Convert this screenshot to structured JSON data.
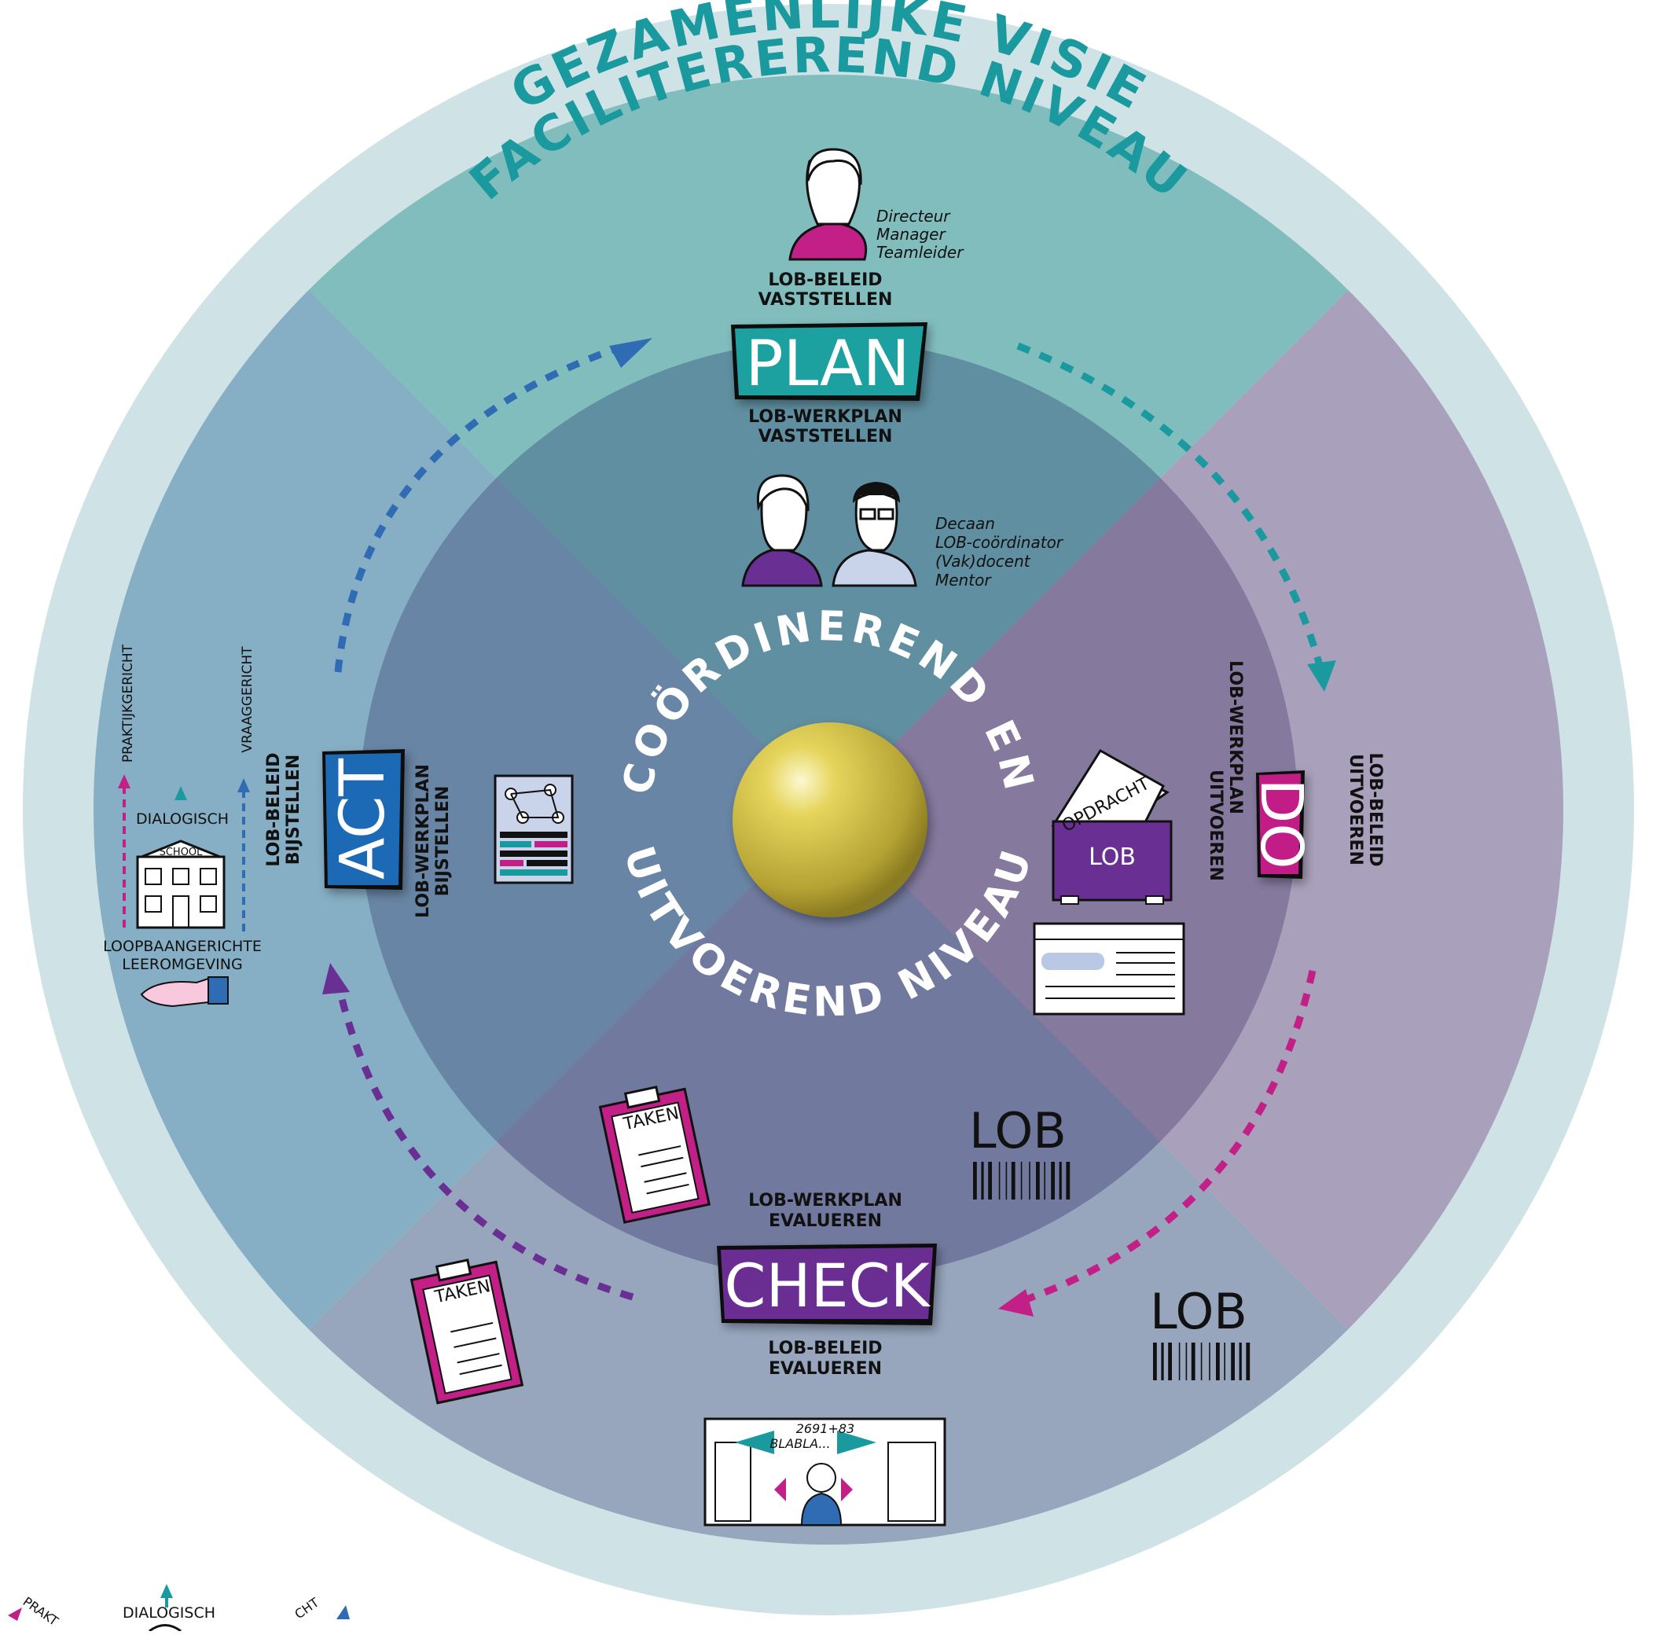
{
  "colors": {
    "outer_ring": "#cfe2e6",
    "plan_quadrant": "#82bdbd",
    "do_quadrant": "#a9a1bb",
    "check_quadrant": "#97a6bd",
    "act_quadrant": "#86aec4",
    "inner_plan": "#5f8fa0",
    "inner_do": "#857a9e",
    "inner_check": "#717a9e",
    "inner_act": "#6785a5",
    "teal_text": "#1a9a9e",
    "plan_box": "#1aa1a0",
    "do_box": "#c21f87",
    "check_box": "#6a2f93",
    "act_box": "#1f6bb5",
    "blue_arrow": "#2f6cb4",
    "teal_arrow": "#1a9a9e",
    "magenta_arrow": "#c21f87",
    "purple_arrow": "#6a2f93",
    "sphere": "#d6c64a"
  },
  "outer": {
    "vision": "GEZAMENLIJKE VISIE",
    "facilitating": "FACILITEREREND NIVEAU"
  },
  "center": {
    "top_arc": "COÖRDINEREND EN",
    "bottom_arc": "UITVOEREND NIVEAU"
  },
  "plan": {
    "label": "PLAN",
    "above_1": "LOB-BELEID",
    "above_2": "VASTSTELLEN",
    "below_1": "LOB-WERKPLAN",
    "below_2": "VASTSTELLEN",
    "roles_top": [
      "Directeur",
      "Manager",
      "Teamleider"
    ],
    "roles_mid": [
      "Decaan",
      "LOB-coördinator",
      "(Vak)docent",
      "Mentor"
    ]
  },
  "do": {
    "label": "DO",
    "inner_1": "LOB-WERKPLAN",
    "inner_2": "UITVOEREN",
    "outer_1": "LOB-BELEID",
    "outer_2": "UITVOEREN",
    "folder_tab": "OPDRACHT",
    "folder_label": "LOB"
  },
  "check": {
    "label": "CHECK",
    "above_1": "LOB-WERKPLAN",
    "above_2": "EVALUEREN",
    "below_1": "LOB-BELEID",
    "below_2": "EVALUEREN",
    "clipboard_title": "TAKEN",
    "barcode_label": "LOB",
    "scene_text_1": "2691+83",
    "scene_text_2": "BLABLA..."
  },
  "act": {
    "label": "ACT",
    "outer_1": "LOB-BELEID",
    "outer_2": "BIJSTELLEN",
    "inner_1": "LOB-WERKPLAN",
    "inner_2": "BIJSTELLEN"
  },
  "school": {
    "practical": "PRAKTIJKGERICHT",
    "question": "VRAAGGERICHT",
    "dialogic": "DIALOGISCH",
    "school_sign": "SCHOOL",
    "env_1": "LOOPBAANGERICHTE",
    "env_2": "LEEROMGEVING"
  },
  "bottom_fragment": {
    "dialogic": "DIALOGISCH",
    "prakt": "PRAKT",
    "cht": "CHT"
  }
}
